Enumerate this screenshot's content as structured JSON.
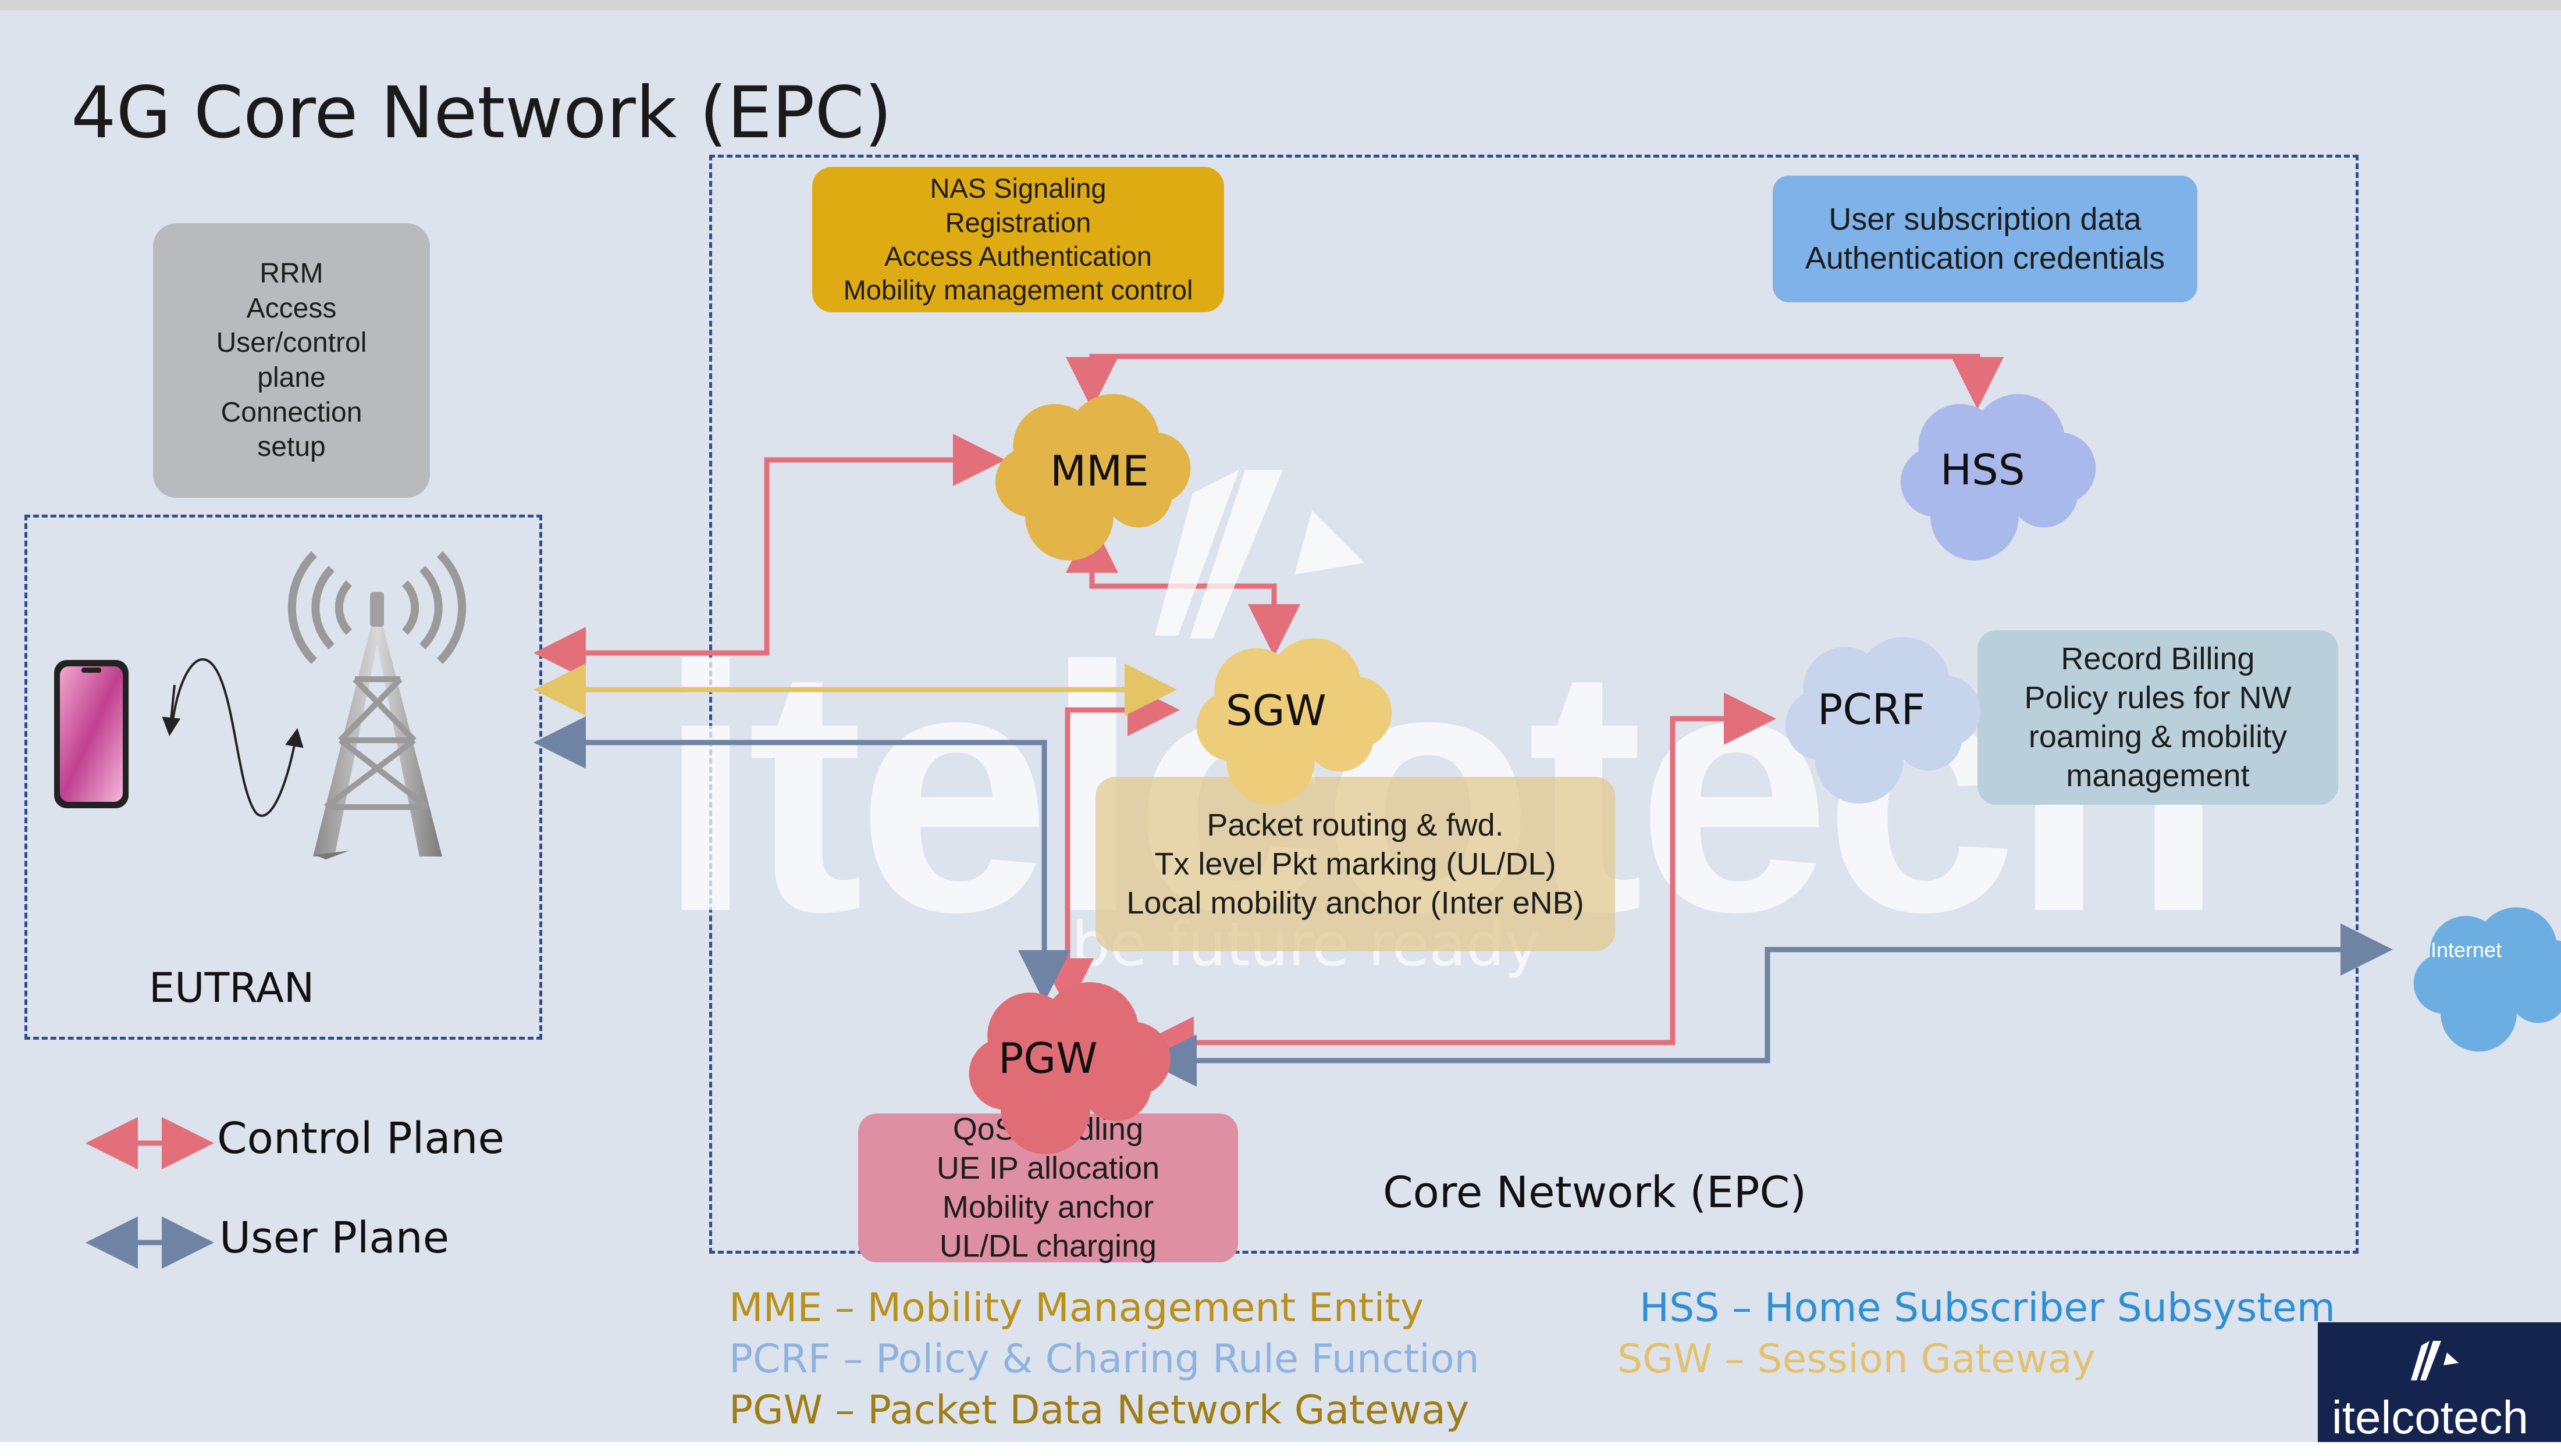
{
  "title": "4G Core Network (EPC)",
  "watermark": {
    "brand": "itelcotech",
    "tagline": "be future ready"
  },
  "eutran": {
    "label": "EUTRAN",
    "functions": [
      "RRM",
      "Access",
      "User/control",
      "plane",
      "Connection",
      "setup"
    ]
  },
  "core": {
    "label": "Core Network (EPC)"
  },
  "nodes": {
    "mme": {
      "label": "MME",
      "functions": [
        "NAS Signaling",
        "Registration",
        "Access Authentication",
        "Mobility management control"
      ]
    },
    "hss": {
      "label": "HSS",
      "functions": [
        "User subscription data",
        "Authentication credentials"
      ]
    },
    "sgw": {
      "label": "SGW",
      "functions": [
        "Packet routing & fwd.",
        "Tx level Pkt marking (UL/DL)",
        "Local mobility anchor (Inter eNB)"
      ]
    },
    "pcrf": {
      "label": "PCRF",
      "functions": [
        "Record Billing",
        "Policy rules for NW",
        "roaming & mobility",
        "management"
      ]
    },
    "pgw": {
      "label": "PGW",
      "functions": [
        "QoS handling",
        "UE IP allocation",
        "Mobility anchor",
        "UL/DL charging"
      ]
    },
    "internet": {
      "label": "Internet"
    }
  },
  "legend": {
    "control": "Control Plane",
    "user": "User Plane"
  },
  "abbreviations": [
    {
      "text": "MME – Mobility Management Entity",
      "color": "#b8901a"
    },
    {
      "text": "PCRF – Policy & Charing Rule Function",
      "color": "#8fb3e0"
    },
    {
      "text": "PGW – Packet Data Network Gateway",
      "color": "#a07c15"
    },
    {
      "text": "HSS – Home Subscriber Subsystem",
      "color": "#2e8fd6"
    },
    {
      "text": "SGW – Session Gateway",
      "color": "#e3c16e"
    }
  ],
  "colors": {
    "control_plane": "#e36f7b",
    "user_plane": "#6f83a5",
    "sgw_link": "#e5c466",
    "mme_box": "#dfab12",
    "hss_box": "#7fb2e8",
    "pcrf_box": "#b9cfda",
    "pgw_box": "#df8fa4",
    "eutran_box": "#b8babe"
  }
}
